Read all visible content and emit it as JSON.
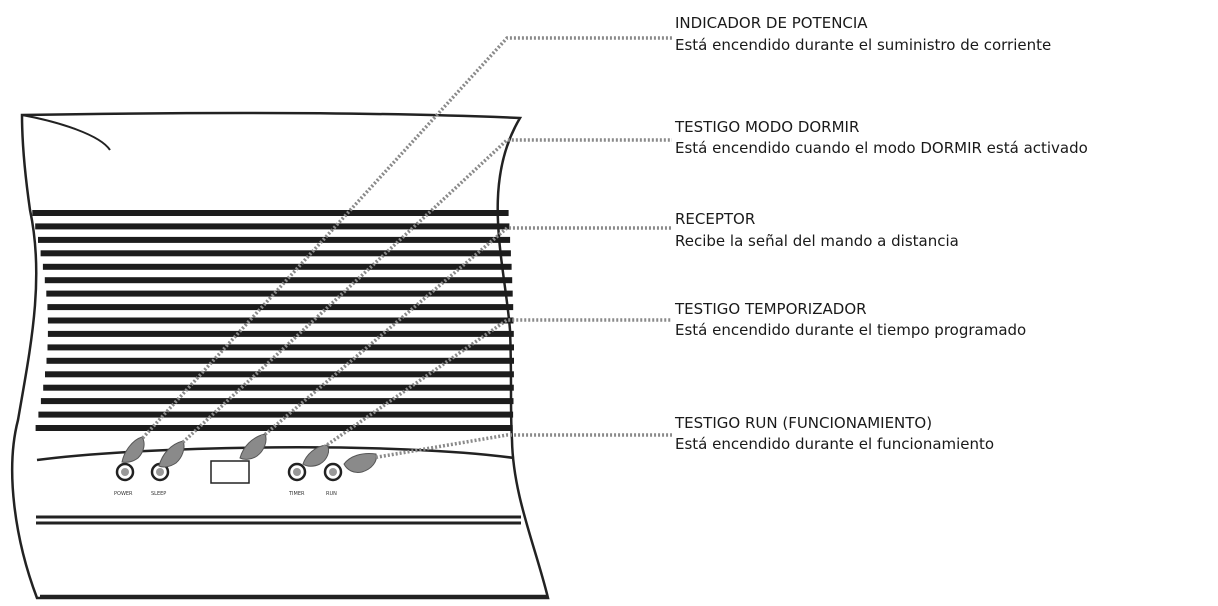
{
  "callouts": [
    {
      "title": "INDICADOR DE POTENCIA",
      "description": "Está encendido durante el suministro de corriente"
    },
    {
      "title": "TESTIGO MODO DORMIR",
      "description": "Está encendido cuando el modo DORMIR está activado"
    },
    {
      "title": "RECEPTOR",
      "description": "Recibe la señal del mando a distancia"
    },
    {
      "title": "TESTIGO TEMPORIZADOR",
      "description": "Está encendido durante el tiempo programado"
    },
    {
      "title": "TESTIGO RUN (FUNCIONAMIENTO)",
      "description": "Está encendido durante el funcionamiento"
    }
  ],
  "panel_labels": {
    "power": "POWER",
    "sleep": "SLEEP",
    "timer": "TIMER",
    "run": "RUN"
  }
}
